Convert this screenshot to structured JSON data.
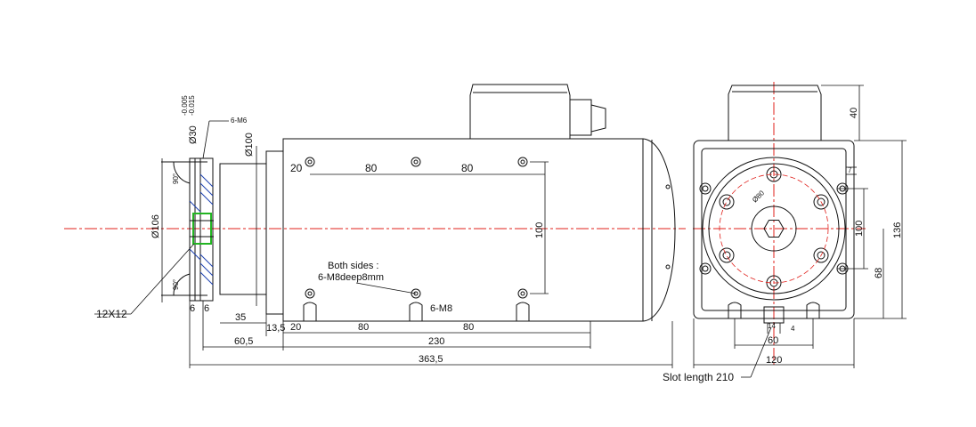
{
  "side_view": {
    "tol_upper": "-0.005",
    "tol_lower": "-0.015",
    "shaft_dia": "Ø30",
    "hole_spec": "6-M6",
    "nose_dia": "Ø100",
    "angle_top": "90°",
    "angle_bottom": "90°",
    "flange_dia": "Ø106",
    "bar": "12X12",
    "t1": "6",
    "t2": "6",
    "d35": "35",
    "d13_5": "13,5",
    "d60_5": "60,5",
    "d363_5": "363,5",
    "top_20": "20",
    "top_80a": "80",
    "top_80b": "80",
    "bot_20": "20",
    "bot_80a": "80",
    "bot_80b": "80",
    "bot_230": "230",
    "d100": "100",
    "note_line1": "Both sides :",
    "note_line2": "6-M8deep8mm",
    "bottom_thread": "6-M8"
  },
  "front_view": {
    "d40": "40",
    "pcd": "Ø80",
    "d7": "7",
    "d100": "100",
    "d136": "136",
    "d68": "68",
    "d14": "14",
    "d4": "4",
    "d60": "60",
    "d120": "120",
    "slot": "Slot length 210"
  },
  "colors": {
    "line": "#111111",
    "centerline": "#e0201b",
    "hatch": "#1a3fb0",
    "accent": "#22b422"
  }
}
